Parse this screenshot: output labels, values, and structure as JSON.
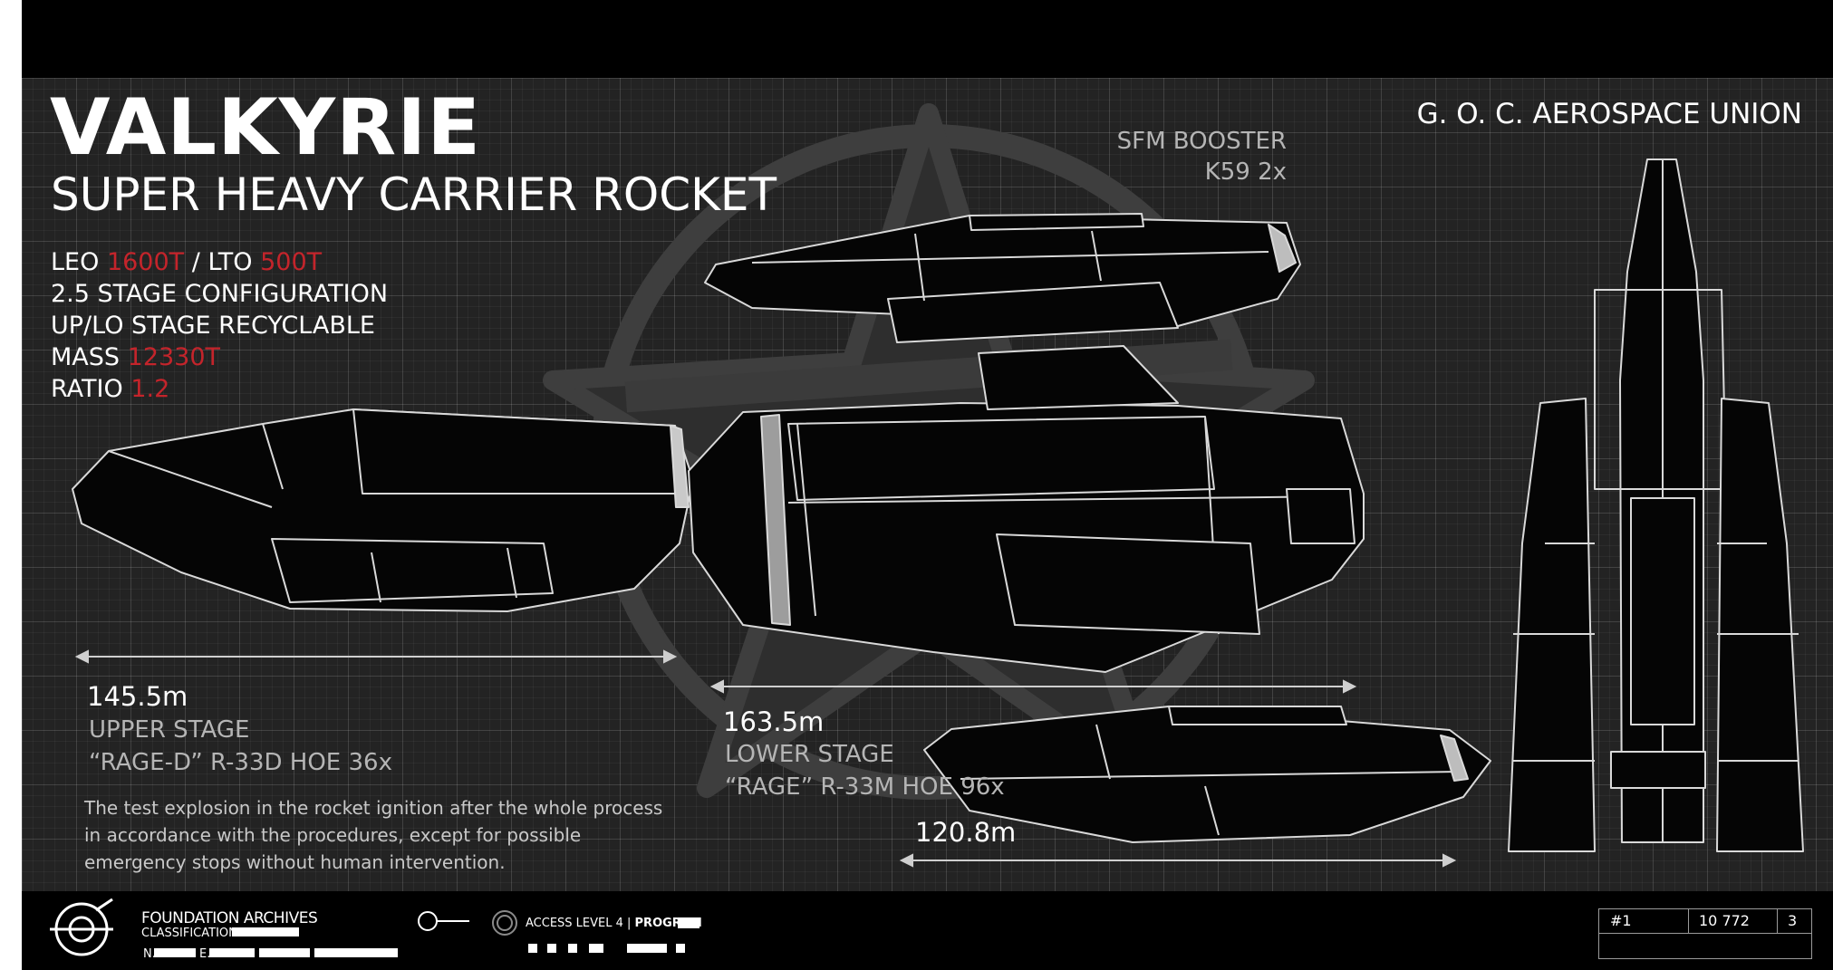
{
  "header": {
    "title": "VALKYRIE",
    "subtitle": "SUPER HEAVY CARRIER ROCKET",
    "organization": "G. O. C. AEROSPACE UNION"
  },
  "specs": {
    "leo_label": "LEO",
    "leo_value": "1600T",
    "lto_label": "/ LTO",
    "lto_value": "500T",
    "configuration": "2.5 STAGE CONFIGURATION",
    "recyclable": "UP/LO STAGE RECYCLABLE",
    "mass_label": "MASS",
    "mass_value": "12330T",
    "ratio_label": "RATIO",
    "ratio_value": "1.2"
  },
  "booster": {
    "name": "SFM BOOSTER",
    "engine": "K59 2x",
    "length": "120.8m"
  },
  "upper_stage": {
    "length": "145.5m",
    "name": "UPPER STAGE",
    "engine": "“RAGE-D” R-33D HOE 36x"
  },
  "lower_stage": {
    "length": "163.5m",
    "name": "LOWER STAGE",
    "engine": "“RAGE” R-33M HOE 96x"
  },
  "description": "The test explosion in the rocket ignition after the whole process in accordance with the procedures, except for possible emergency stops without human intervention.",
  "footer": {
    "archive_name": "FOUNDATION ARCHIVES",
    "classification_label": "CLASSIFICATION",
    "n_label": "N.",
    "e_label": "E.",
    "access_text": "ACCESS LEVEL 4 |",
    "program_label": "PROGRAM",
    "table": {
      "index": "#1",
      "number": "10 772",
      "count": "3"
    }
  },
  "colors": {
    "accent_red": "#c4242b",
    "panel": "#232323",
    "grid": "#3a3a3a",
    "emblem": "#3d3d3d"
  },
  "icons": [
    "foundation-logo-icon",
    "circle-line-icon",
    "target-ring-icon",
    "star-emblem-icon"
  ]
}
